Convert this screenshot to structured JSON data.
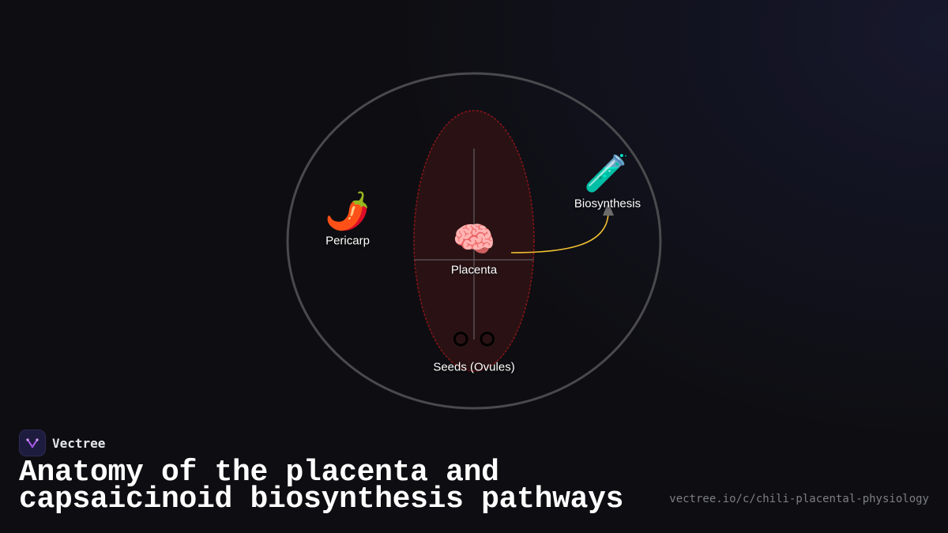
{
  "brand": {
    "name": "Vectree",
    "logo_icon": "vectree-logo-icon",
    "accent": "#b15cf0"
  },
  "title": {
    "line1": "Anatomy of the placenta and",
    "line2": "capsaicinoid biosynthesis pathways"
  },
  "url": "vectree.io/c/chili-placental-physiology",
  "diagram": {
    "nodes": {
      "pericarp": {
        "label": "Pericarp",
        "icon": "chili-pepper-icon",
        "glyph": "🌶️"
      },
      "placenta": {
        "label": "Placenta",
        "icon": "brain-icon",
        "glyph": "🧠"
      },
      "seeds": {
        "label": "Seeds (Ovules)",
        "icon": "seeds-icon",
        "glyph": "⚪⚪"
      },
      "biosynthesis": {
        "label": "Biosynthesis",
        "icon": "test-tube-icon",
        "glyph": "🧪"
      }
    },
    "edges": [
      {
        "from": "placenta",
        "to": "biosynthesis",
        "color": "#f0c030"
      }
    ],
    "colors": {
      "outline": "#4a4a4e",
      "placenta_fill": "#2a1214",
      "placenta_stroke": "#8a1518",
      "axis": "#6a6a70",
      "arrowhead": "#6b6b6b"
    }
  }
}
